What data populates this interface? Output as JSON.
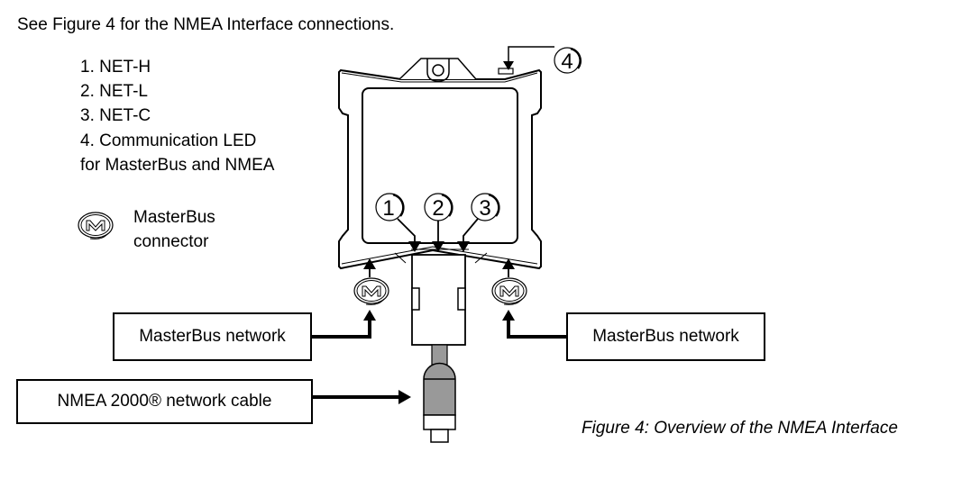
{
  "intro_text": "See Figure 4 for the NMEA Interface connections.",
  "legend": {
    "items": [
      "1. NET-H",
      "2. NET-L",
      "3. NET-C",
      "4. Communication LED",
      "for MasterBus and NMEA"
    ],
    "connector_icon": "masterbus-connector-icon",
    "connector_label_line1": "MasterBus",
    "connector_label_line2": "connector"
  },
  "callouts": [
    "1",
    "2",
    "3",
    "4"
  ],
  "boxes": {
    "masterbus_left": "MasterBus network",
    "masterbus_right": "MasterBus network",
    "nmea_cable": "NMEA 2000® network cable"
  },
  "caption": "Figure 4: Overview of the NMEA Interface",
  "colors": {
    "line": "#000000",
    "cable_fill": "#999999",
    "background": "#ffffff"
  }
}
